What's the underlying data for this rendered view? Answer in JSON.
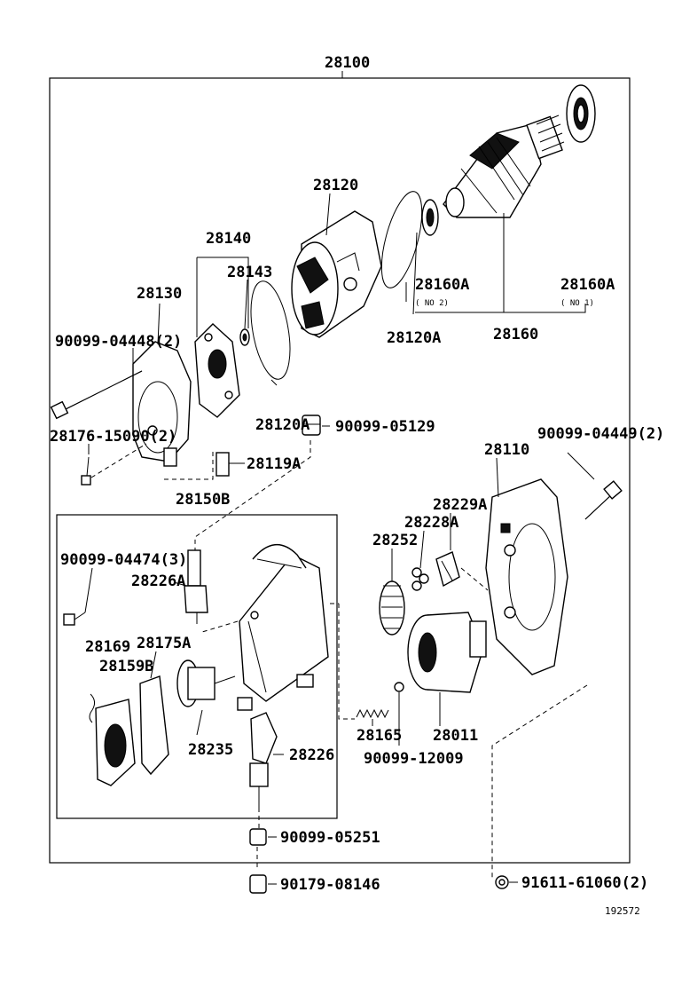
{
  "diagram": {
    "assembly_number": "28100",
    "figure_code": "192572",
    "labels": {
      "p28120": "28120",
      "p28140": "28140",
      "p28143": "28143",
      "p28130": "28130",
      "p90099_04448": "90099-04448(2)",
      "p28176_15090": "28176-15090(2)",
      "p28120A_left": "28120A",
      "p28120A_right": "28120A",
      "p90099_05129": "90099-05129",
      "p28119A": "28119A",
      "p28150B": "28150B",
      "p28160A_no2": "28160A",
      "p28160A_no1": "28160A",
      "p28160": "28160",
      "p90099_04449": "90099-04449(2)",
      "p28110": "28110",
      "p28229A": "28229A",
      "p28228A": "28228A",
      "p28252": "28252",
      "p90099_04474": "90099-04474(3)",
      "p28226A": "28226A",
      "p28169": "28169",
      "p28159B": "28159B",
      "p28175A": "28175A",
      "p28235": "28235",
      "p28226": "28226",
      "p28165": "28165",
      "p28011": "28011",
      "p90099_12009": "90099-12009",
      "p90099_05251": "90099-05251",
      "p90179_08146": "90179-08146",
      "p91611_61060": "91611-61060(2)"
    },
    "notes": {
      "no2": "( NO 2)",
      "no1": "( NO 1)"
    }
  }
}
